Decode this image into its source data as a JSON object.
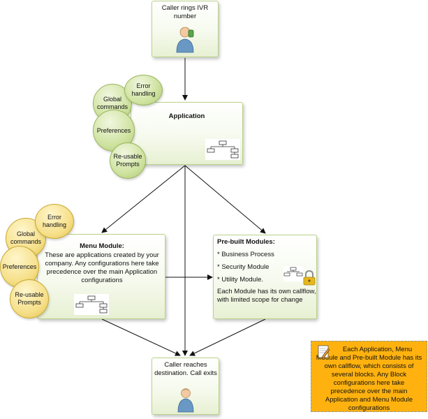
{
  "nodes": {
    "caller_start": {
      "text": "Caller rings IVR number"
    },
    "application": {
      "title": "Application"
    },
    "menu_module": {
      "title": "Menu Module:",
      "body": "These are applications created by your company. Any configurations here take precedence over the main Application configurations"
    },
    "prebuilt": {
      "title": "Pre-built Modules:",
      "items": [
        "* Business Process",
        "* Security Module",
        "* Utility Module."
      ],
      "body": "Each Module has its own callflow, with limited scope for change"
    },
    "caller_end": {
      "text": "Caller reaches destination. Call exits"
    }
  },
  "app_circles": [
    "Error handling",
    "Global commands",
    "Preferences",
    "Re-usable Prompts"
  ],
  "menu_circles": [
    "Error handling",
    "Global commands",
    "Preferences",
    "Re-usable Prompts"
  ],
  "note": {
    "text": "Each Application, Menu Module and Pre-built Module has its own callflow, which consists of several blocks. Any Block configurations here take precedence over the main Application and Menu Module configurations"
  },
  "colors": {
    "box_border": "#b9d28a",
    "green_circle": "#cfe3a0",
    "yellow_circle": "#f6e08a",
    "note_fill": "#ffb20f",
    "arrow": "#111111"
  },
  "icons": {
    "caller": "person-with-phone-icon",
    "flowchart": "flowchart-icon",
    "lock": "padlock-icon",
    "pencil": "pencil-note-icon",
    "person": "person-icon"
  }
}
